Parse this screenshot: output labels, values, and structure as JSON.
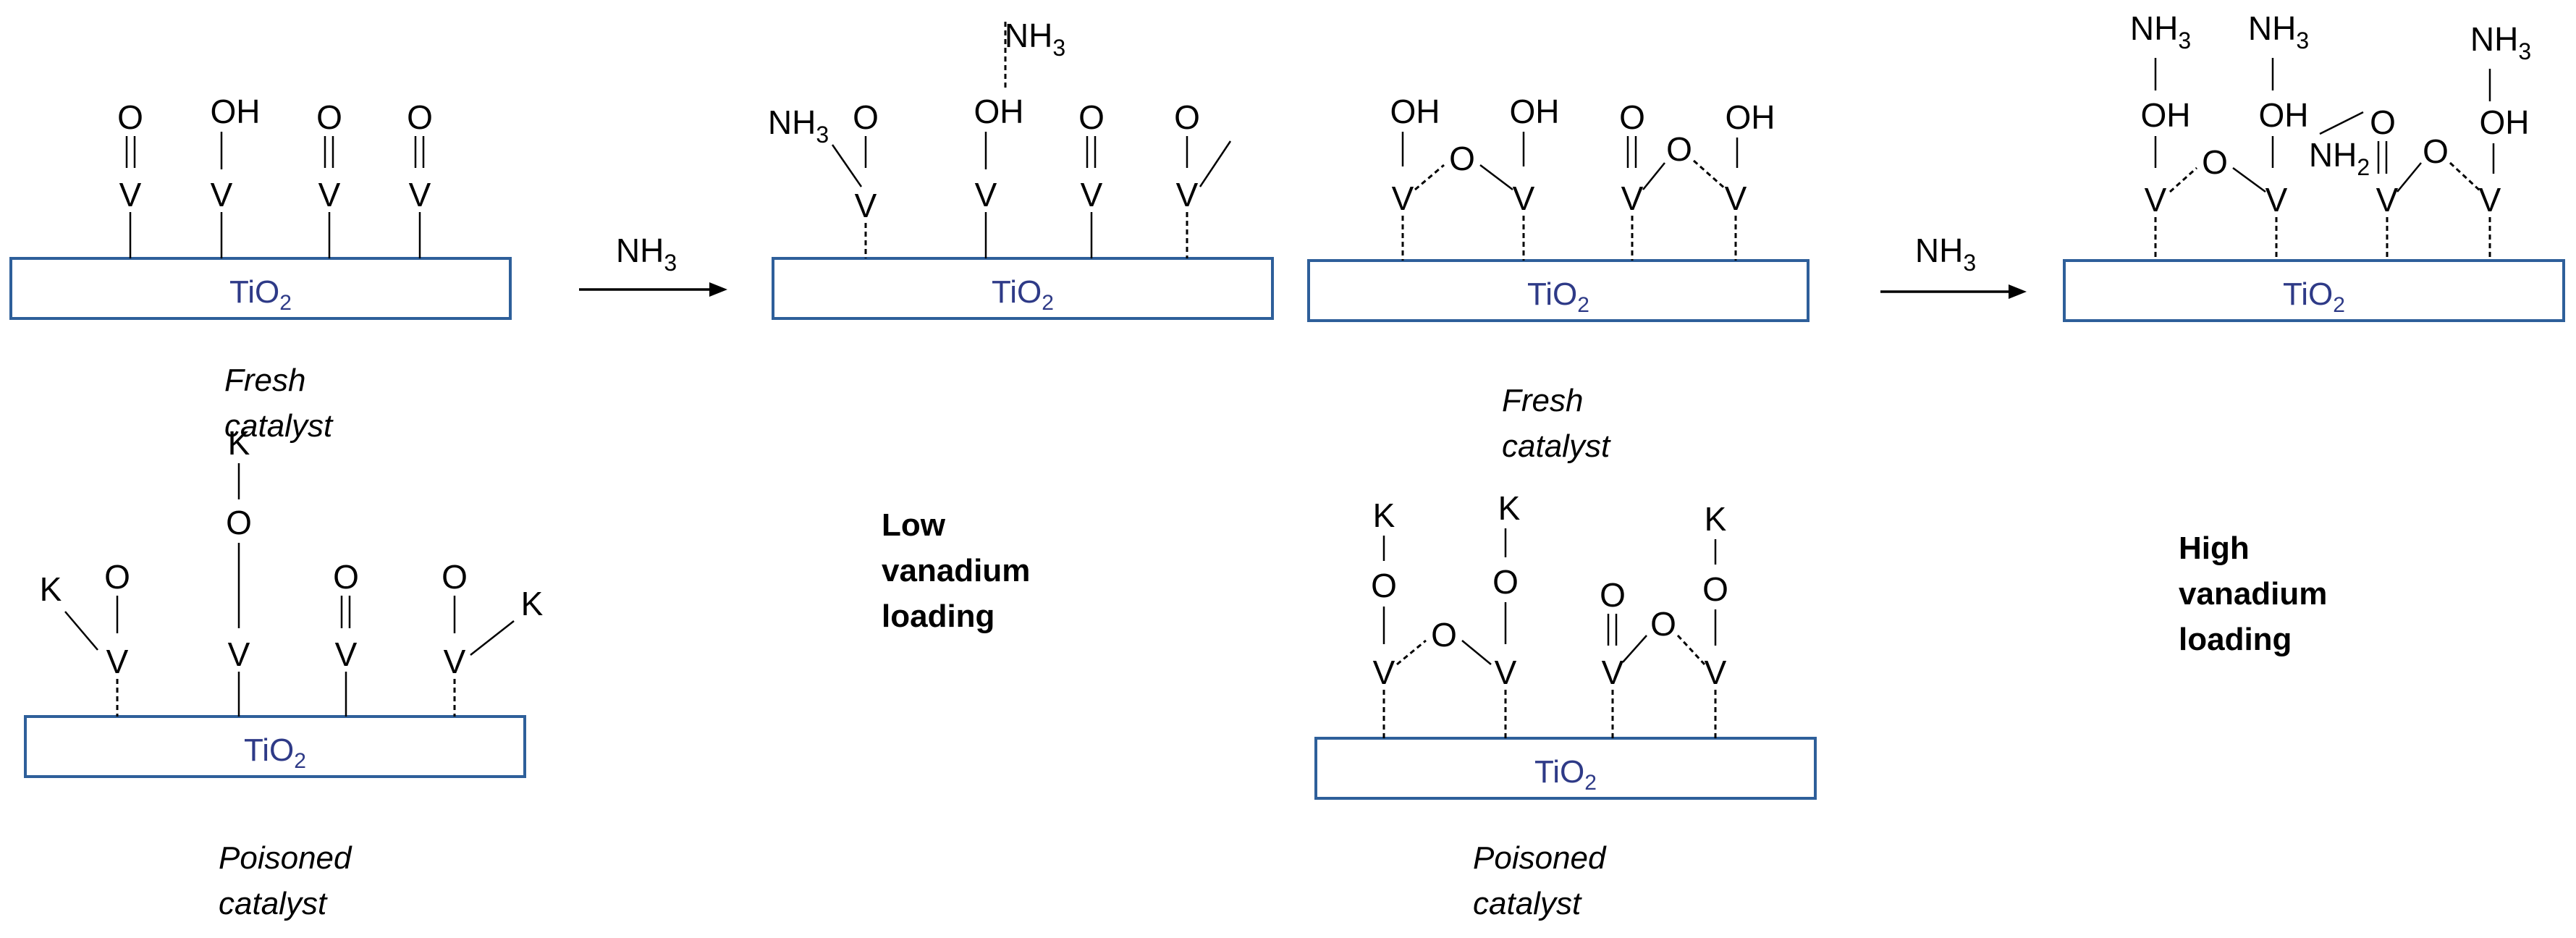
{
  "reagent": {
    "main": "NH",
    "sub": "3"
  },
  "support": {
    "main": "TiO",
    "sub": "2"
  },
  "atoms": {
    "O": "O",
    "V": "V",
    "OH": "OH",
    "K": "K",
    "NH2": {
      "main": "NH",
      "sub": "2"
    }
  },
  "captions": {
    "fresh_low_1": "Fresh",
    "fresh_low_2": "catalyst",
    "poisoned_low_1": "Poisoned",
    "poisoned_low_2": "catalyst",
    "fresh_high_1": "Fresh",
    "fresh_high_2": "catalyst",
    "poisoned_high_1": "Poisoned",
    "poisoned_high_2": "catalyst"
  },
  "loading_labels": {
    "low": [
      "Low",
      "vanadium",
      "loading"
    ],
    "high": [
      "High",
      "vanadium",
      "loading"
    ]
  }
}
